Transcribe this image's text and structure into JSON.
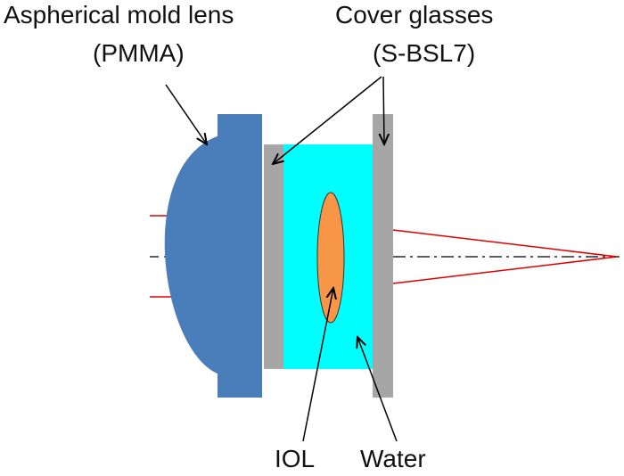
{
  "labels": {
    "lens_title": "Aspherical mold lens",
    "lens_material": "(PMMA)",
    "cover_title": "Cover glasses",
    "cover_material": "(S-BSL7)",
    "iol": "IOL",
    "water": "Water"
  },
  "colors": {
    "lens": "#4a7ebb",
    "cover_glass": "#a6a6a6",
    "water": "#00ffff",
    "iol": "#f79646",
    "ray": "#e00000",
    "axis": "#000000",
    "arrow": "#000000"
  }
}
